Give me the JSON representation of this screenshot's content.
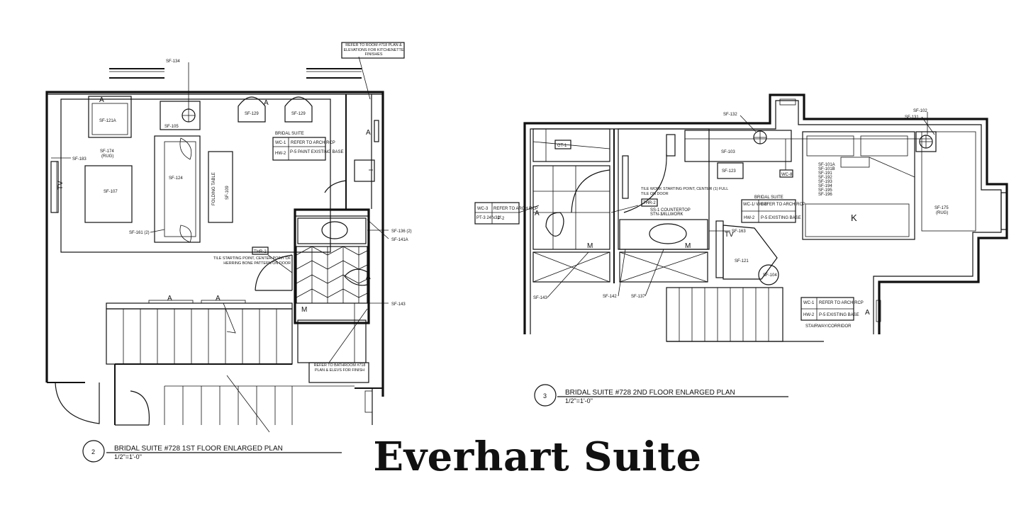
{
  "page": {
    "title": "Everhart Suite"
  },
  "plan1": {
    "number": "2",
    "title": "BRIDAL SUITE #728 1ST FLOOR ENLARGED PLAN",
    "scale": "1/2\"=1'-0\"",
    "room_name": "BRIDAL SUITE",
    "finish_table": [
      {
        "code": "WC-1",
        "desc": "REFER TO ARCH RCP"
      },
      {
        "code": "HW-2",
        "desc": "P-5 PAINT EXISTING BASE"
      }
    ],
    "note_kitchen": "REFER TO ROOM #718 PLAN & ELEVATIONS FOR KITCHENETTE FINISHES",
    "note_bath": "REFER TO BATHROOM #718 PLAN & ELEVS FOR FINISH",
    "note_tile": "TILE STARTING POINT, CENTER POINT OF HERRING BONE PATTERN ON DOOR",
    "tags": {
      "sf134": "SF-134",
      "sf105": "SF-105",
      "sf121a": "SF-121A",
      "sf129a": "SF-129",
      "sf129b": "SF-129",
      "sf174": "SF-174",
      "rug": "(RUG)",
      "sf183": "SF-183",
      "sf107": "SF-107",
      "sf124": "SF-124",
      "sf109": "SF-109",
      "folding": "FOLDING TABLE",
      "sf161": "SF-161 (2)",
      "sf136": "SF-136 (2)",
      "sf141a": "SF-141A",
      "sf143": "SF-143",
      "thr2": "THR-2",
      "tv": "TV",
      "a1": "A",
      "a2": "A",
      "a3": "A",
      "a4": "A",
      "a5": "A",
      "a6": "A",
      "m": "M"
    }
  },
  "plan2": {
    "number": "3",
    "title": "BRIDAL SUITE #728 2ND FLOOR ENLARGED PLAN",
    "scale": "1/2\"=1'-0\"",
    "room_name": "BRIDAL SUITE",
    "finish_table": [
      {
        "code": "WC-1/ WC-8",
        "desc": "REFER TO ARCH RCP"
      },
      {
        "code": "HW-2",
        "desc": "P-5 EXISTING BASE"
      }
    ],
    "stair_table": [
      {
        "code": "WC-1",
        "desc": "REFER TO ARCH RCP"
      },
      {
        "code": "HW-2",
        "desc": "P-5 EXISTING BASE"
      }
    ],
    "stair_label": "STAIRWAY/CORRIDOR",
    "bath_table": [
      {
        "code": "WC-3",
        "desc": "REFER TO ARCH RCP"
      },
      {
        "code": "PT-3 24\"x32\"",
        "desc": "P-2"
      }
    ],
    "note_tile": "TILE WORK STARTING POINT, CENTER (1) FULL TILE ON DOOR",
    "countertop": "COUNTERTOP",
    "millwork": "MILLWORK",
    "ss1": "SS-1",
    "stn1": "STN-1",
    "thr2": "THR-2",
    "bed_tags": [
      "SF-101A",
      "SF-101B",
      "SF-191",
      "SF-192",
      "SF-193",
      "SF-194",
      "SF-195",
      "SF-196"
    ],
    "tags": {
      "sf132": "SF-132",
      "sf102": "SF-102",
      "sf131": "SF-131",
      "sf103": "SF-103",
      "sf123": "SF-123",
      "wc8": "WC-8",
      "gt1": "GT-1",
      "sf175": "SF-175",
      "rug": "(RUG)",
      "sf163": "SF-163",
      "sf121": "SF-121",
      "sf104": "SF-104",
      "sf143": "SF-143",
      "sf142": "SF-142",
      "sf137": "SF-137",
      "tv": "TV",
      "k": "K",
      "a1": "A",
      "a2": "A",
      "m1": "M",
      "m2": "M"
    }
  }
}
